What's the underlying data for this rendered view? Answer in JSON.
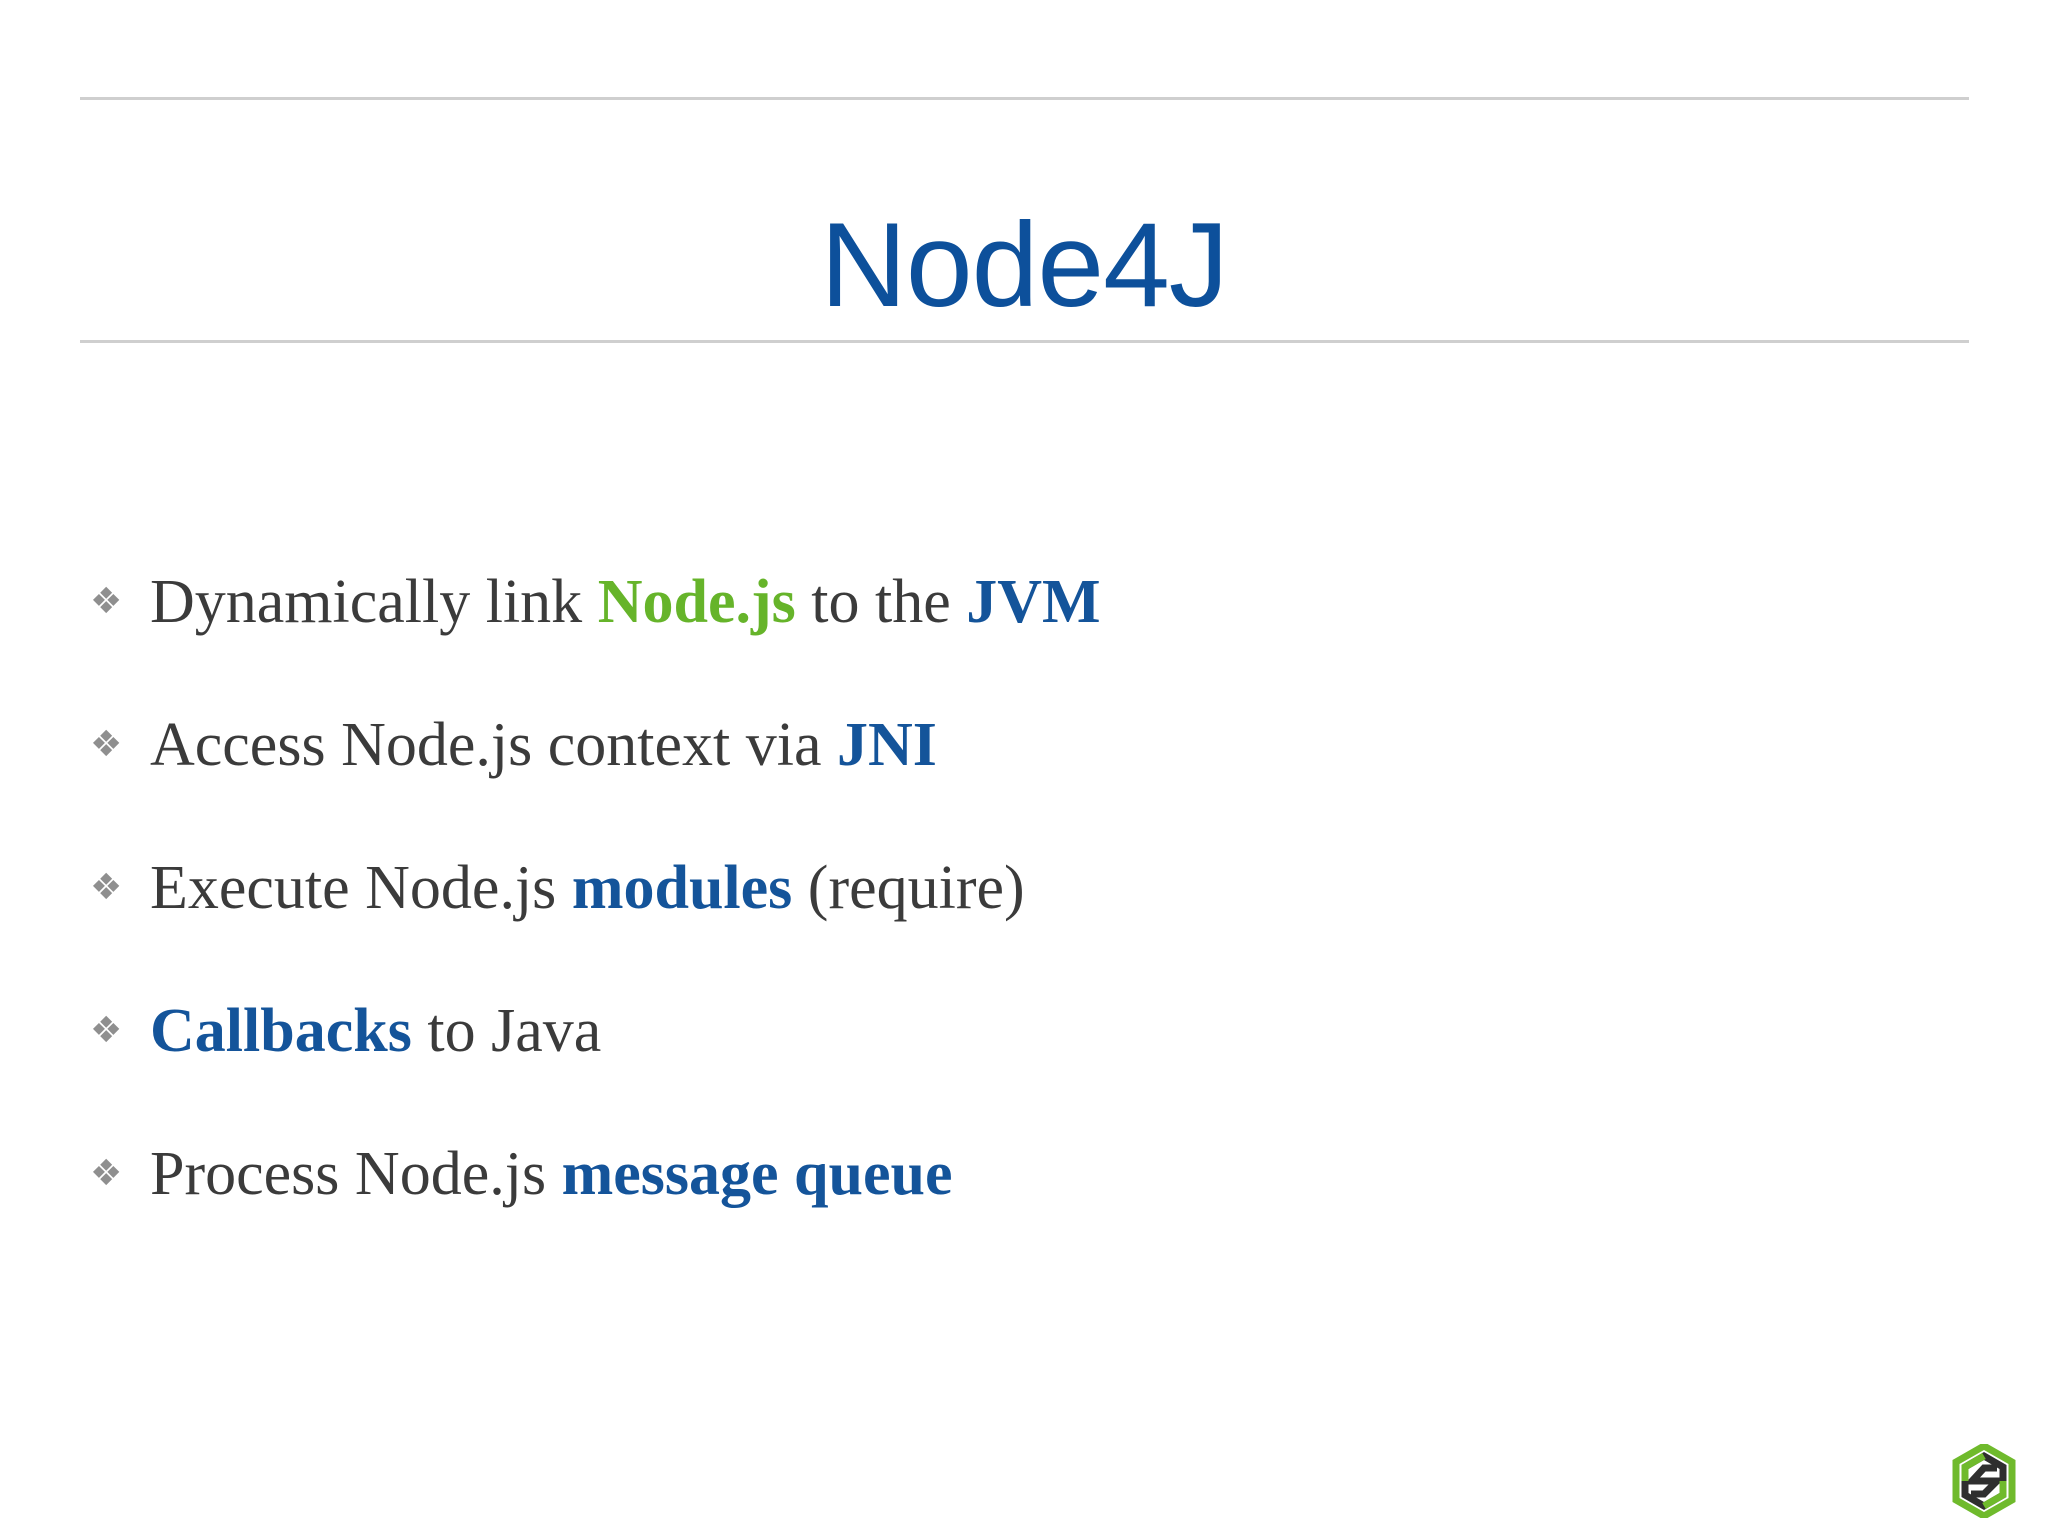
{
  "slide": {
    "title": "Node4J",
    "colors": {
      "title_blue": "#0d509b",
      "emphasis_blue": "#14549a",
      "emphasis_green": "#66b42a",
      "body_gray": "#3b3b3b",
      "rule_gray": "#cfcfcf",
      "bullet_gray": "#8f8f8f",
      "logo_green": "#6fba2c",
      "logo_dark": "#2f2f2f"
    },
    "bullet_glyph": "❖",
    "bullets": [
      {
        "id": "bullet-dynamically-link",
        "parts": [
          {
            "text": "Dynamically link ",
            "style": "normal"
          },
          {
            "text": "Node.js",
            "style": "green"
          },
          {
            "text": " to the ",
            "style": "normal"
          },
          {
            "text": "JVM",
            "style": "blue"
          }
        ]
      },
      {
        "id": "bullet-access-context",
        "parts": [
          {
            "text": "Access Node.js context via ",
            "style": "normal"
          },
          {
            "text": "JNI",
            "style": "blue"
          }
        ]
      },
      {
        "id": "bullet-execute-modules",
        "parts": [
          {
            "text": "Execute Node.js ",
            "style": "normal"
          },
          {
            "text": "modules",
            "style": "blue"
          },
          {
            "text": " (require)",
            "style": "normal"
          }
        ]
      },
      {
        "id": "bullet-callbacks",
        "parts": [
          {
            "text": "Callbacks",
            "style": "blue"
          },
          {
            "text": " to Java",
            "style": "normal"
          }
        ]
      },
      {
        "id": "bullet-message-queue",
        "parts": [
          {
            "text": "Process Node.js ",
            "style": "normal"
          },
          {
            "text": "message queue",
            "style": "blue"
          }
        ]
      }
    ],
    "logo": {
      "name": "hexagon-s-logo"
    }
  }
}
